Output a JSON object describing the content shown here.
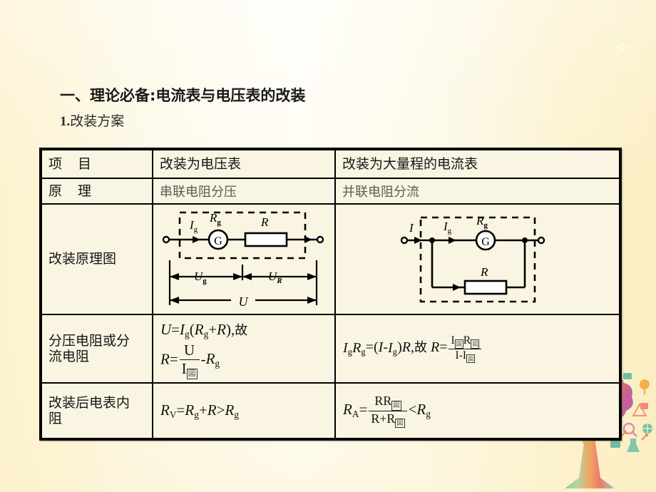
{
  "slide": {
    "page_number": "–2–",
    "background_colors": {
      "left": "#fdf2cf",
      "center": "#fffdf6",
      "right": "#fbeec2",
      "table_cell": "#faf5e2",
      "border": "#000000",
      "principle_text": "#5d5a52"
    }
  },
  "headings": {
    "main": "一、理论必备:电流表与电压表的改装",
    "sub_number": "1.",
    "sub_text": "改装方案"
  },
  "table": {
    "columns": [
      {
        "key": "label",
        "header_prefix": "项",
        "header_suffix": "目",
        "header": "项　　目"
      },
      {
        "key": "voltmeter",
        "header": "改装为电压表"
      },
      {
        "key": "ammeter",
        "header": "改装为大量程的电流表"
      }
    ],
    "rows": [
      {
        "name": "principle",
        "label_prefix": "原",
        "label_suffix": "理",
        "label": "原　　理",
        "voltmeter": "串联电阻分压",
        "ammeter": "并联电阻分流"
      },
      {
        "name": "schematic",
        "label": "改装原理图",
        "voltmeter": "voltmeter-circuit-diagram",
        "ammeter": "ammeter-circuit-diagram"
      },
      {
        "name": "resistor",
        "label": "分压电阻或分流电阻",
        "voltmeter_lines": [
          "U=Ig(Rg+R),故",
          "R=U/I□-Rg"
        ],
        "ammeter_lines": [
          "IgRg=(I-Ig)R,故 R=I□R□/(I-I□)"
        ]
      },
      {
        "name": "internal_resistance",
        "label": "改装后电表内阻",
        "voltmeter": "RV=Rg+R>Rg",
        "ammeter": "RA=RR□/(R+R□)<Rg"
      }
    ]
  },
  "circuits": {
    "voltmeter": {
      "name": "voltmeter-circuit-diagram",
      "labels": {
        "current": "I",
        "current_sub": "g",
        "galvanometer_r": "R",
        "galvanometer_r_sub": "g",
        "galvanometer": "G",
        "resistor": "R",
        "u_g": "U",
        "u_g_sub": "g",
        "u_r": "U",
        "u_r_sub": "R",
        "u_total": "U"
      }
    },
    "ammeter": {
      "name": "ammeter-circuit-diagram",
      "labels": {
        "total_current": "I",
        "branch_current": "I",
        "branch_current_sub": "g",
        "galvanometer_r": "R",
        "galvanometer_r_sub": "g",
        "galvanometer": "G",
        "shunt_resistor": "R"
      }
    }
  },
  "formulas": {
    "voltmeter_line1": {
      "lhs": "U",
      "eq": "=",
      "i": "I",
      "i_sub": "g",
      "open": "(",
      "r1": "R",
      "r1_sub": "g",
      "plus": "+",
      "r2": "R",
      "close": ")",
      "comma": ",",
      "gu": "故"
    },
    "voltmeter_line2": {
      "lhs": "R",
      "eq": "=",
      "num": "U",
      "den": "I",
      "den_sub": "□",
      "minus": "-",
      "rg": "R",
      "rg_sub": "g"
    },
    "ammeter_line": {
      "a": "I",
      "a_sub": "g",
      "b": "R",
      "b_sub": "g",
      "eq": "=",
      "open": "(",
      "i": "I",
      "minus": "-",
      "ig": "I",
      "ig_sub": "g",
      "close": ")",
      "r": "R",
      "comma": ",",
      "gu": "故",
      "res": "R",
      "eq2": "=",
      "num_a": "I",
      "num_a_sub": "□",
      "num_b": "R",
      "num_b_sub": "□",
      "den_a": "I",
      "den_minus": "-",
      "den_b": "I",
      "den_b_sub": "□"
    },
    "rv": {
      "r": "R",
      "r_sub": "V",
      "eq": "=",
      "rg": "R",
      "rg_sub": "g",
      "plus": "+",
      "rr": "R",
      "gt": ">",
      "rg2": "R",
      "rg2_sub": "g"
    },
    "ra": {
      "r": "R",
      "r_sub": "A",
      "eq": "=",
      "num_a": "R",
      "num_b": "R",
      "num_b_sub": "□",
      "den_a": "R",
      "den_plus": "+",
      "den_b": "R",
      "den_b_sub": "□",
      "lt": "<",
      "rg": "R",
      "rg_sub": "g"
    }
  }
}
